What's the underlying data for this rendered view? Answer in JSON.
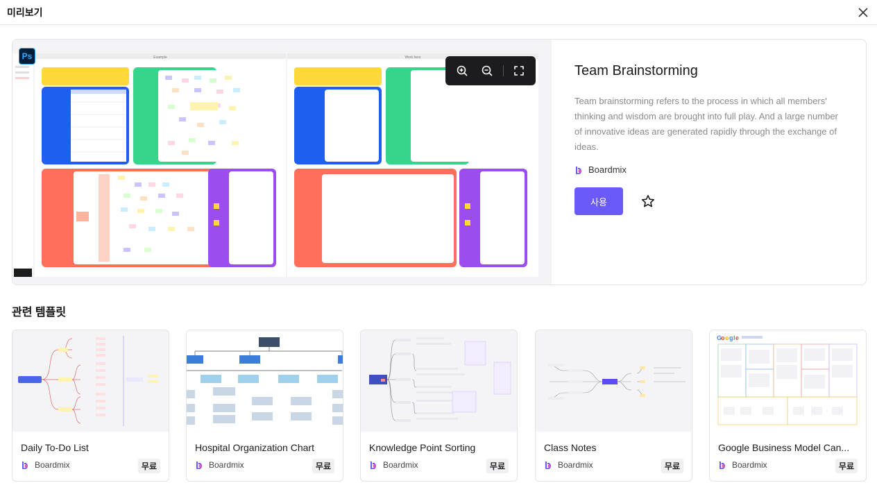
{
  "header": {
    "title": "미리보기"
  },
  "preview": {
    "badge": "Ps",
    "template_title": "Team Brainstorming",
    "description": "Team brainstorming refers to the process in which all members' thinking and wisdom are brought into full play. And a large number of innovative ideas are generated rapidly through the exchange of ideas.",
    "author": "Boardmix",
    "use_label": "사용",
    "canvas_headers": [
      "Example",
      "Work here"
    ]
  },
  "related": {
    "title": "관련 템플릿",
    "items": [
      {
        "name": "Daily To-Do List",
        "author": "Boardmix",
        "price": "무료"
      },
      {
        "name": "Hospital Organization Chart",
        "author": "Boardmix",
        "price": "무료"
      },
      {
        "name": "Knowledge Point Sorting",
        "author": "Boardmix",
        "price": "무료"
      },
      {
        "name": "Class Notes",
        "author": "Boardmix",
        "price": "무료"
      },
      {
        "name": "Google Business Model Can...",
        "author": "Boardmix",
        "price": "무료"
      }
    ]
  },
  "colors": {
    "accent": "#6a5af9",
    "yellow": "#ffd83a",
    "blue": "#1f5ff0",
    "green": "#37d58c",
    "red": "#ff6f5a",
    "purple": "#9b4df0"
  }
}
